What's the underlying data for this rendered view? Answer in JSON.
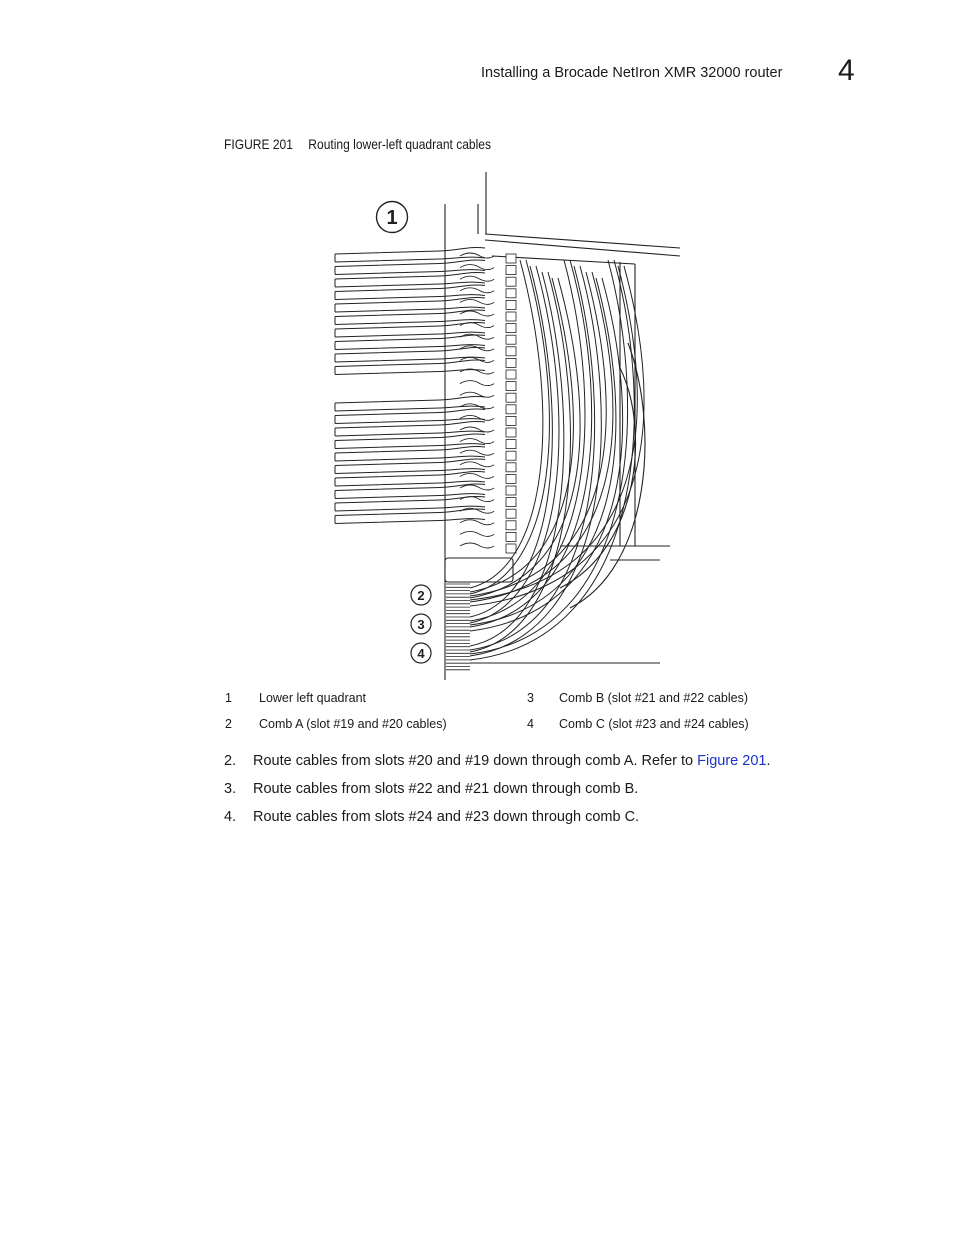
{
  "header": {
    "title": "Installing a Brocade NetIron XMR 32000 router",
    "chapter": "4"
  },
  "figure": {
    "label": "FIGURE 201",
    "caption": "Routing lower-left quadrant cables",
    "callouts": [
      "1",
      "2",
      "3",
      "4"
    ]
  },
  "legend": [
    {
      "num": "1",
      "text": "Lower left quadrant"
    },
    {
      "num": "2",
      "text": "Comb A (slot #19 and #20 cables)"
    },
    {
      "num": "3",
      "text": "Comb B (slot #21 and #22 cables)"
    },
    {
      "num": "4",
      "text": "Comb C (slot #23 and #24 cables)"
    }
  ],
  "steps": [
    {
      "num": "2.",
      "text": "Route cables from slots #20 and #19 down through comb A. Refer to ",
      "link": "Figure 201",
      "tail": "."
    },
    {
      "num": "3.",
      "text": "Route cables from slots #22 and #21 down through comb B."
    },
    {
      "num": "4.",
      "text": "Route cables from slots #24 and #23 down through comb C."
    }
  ]
}
